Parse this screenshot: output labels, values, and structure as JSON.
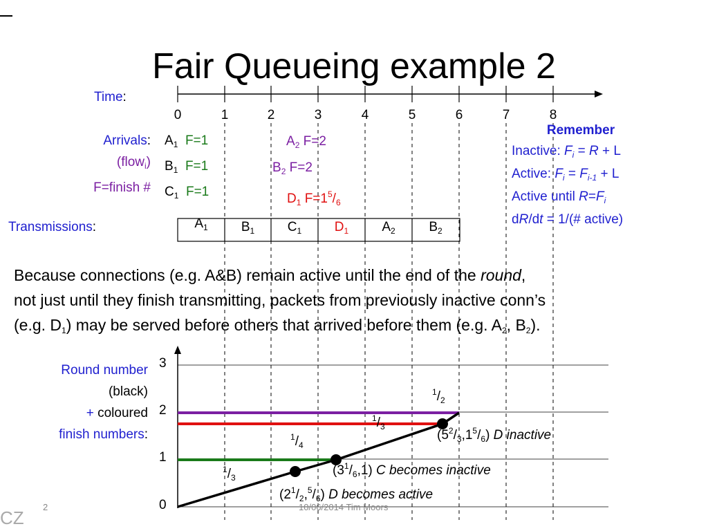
{
  "slide": {
    "title": "Fair Queueing example 2",
    "page_number": "2",
    "footer": "10/06/2014 Tim Moors",
    "corner_mark": "CZ"
  },
  "timeline": {
    "label": "Time",
    "colon": ":",
    "ticks": [
      "0",
      "1",
      "2",
      "3",
      "4",
      "5",
      "6",
      "7",
      "8"
    ]
  },
  "arrivals": {
    "label": "Arrivals",
    "colon": ":",
    "flow_label": "(flow",
    "flow_sub": "i",
    "flow_close": ")",
    "finish_label": "F=finish #",
    "items": [
      {
        "name": "A",
        "sub": "1",
        "finish": "F=1"
      },
      {
        "name": "B",
        "sub": "1",
        "finish": "F=1"
      },
      {
        "name": "C",
        "sub": "1",
        "finish": "F=1"
      }
    ],
    "a2": {
      "name": "A",
      "sub": "2",
      "finish": "F=2"
    },
    "b2": {
      "name": "B",
      "sub": "2",
      "finish": "F=2"
    },
    "d1": {
      "name": "D",
      "sub": "1",
      "finish_prefix": "F=1",
      "sup": "5",
      "slash": "/",
      "sub2": "6"
    }
  },
  "remember": {
    "heading": "Remember",
    "lines": [
      {
        "pre": "Inactive: ",
        "f": "F",
        "fsub": "i",
        "mid": " = ",
        "r": "R",
        "post": " + L"
      },
      {
        "pre": "Active: ",
        "f": "F",
        "fsub": "i",
        "mid": " = ",
        "r": "F",
        "rsub": "i-1",
        "post": " + L"
      },
      {
        "pre": "Active until ",
        "f": "R",
        "mid": "=",
        "r": "F",
        "rsub": "i"
      },
      {
        "pre": "d",
        "f": "R",
        "mid": "/d",
        "r": "t",
        "post": " = 1/(# active)"
      }
    ]
  },
  "transmissions": {
    "label": "Transmissions",
    "colon": ":",
    "cells": [
      {
        "name": "A",
        "sub": "1"
      },
      {
        "name": "B",
        "sub": "1"
      },
      {
        "name": "C",
        "sub": "1"
      },
      {
        "name": "D",
        "sub": "1"
      },
      {
        "name": "A",
        "sub": "2"
      },
      {
        "name": "B",
        "sub": "2"
      }
    ]
  },
  "paragraph": {
    "line1_a": "Because connections (e.g. A&B) remain active until the end of the ",
    "line1_b": "round",
    "line1_c": ",",
    "line2": "not just until they finish transmitting, packets from previously inactive conn’s",
    "line3_a": "(e.g. D",
    "line3_sub1": "1",
    "line3_b": ") may be served before others that arrived before them (e.g. A",
    "line3_sub2": "2",
    "line3_c": ", B",
    "line3_sub3": "2",
    "line3_d": ")."
  },
  "graph": {
    "side_label": {
      "l1": "Round number",
      "l2": "(black)",
      "l3_plus": "+",
      "l3": " coloured",
      "l4": "finish numbers",
      "l4_colon": ":"
    },
    "y_ticks": [
      "0",
      "1",
      "2",
      "3"
    ],
    "slopes": [
      {
        "num": "1",
        "den": "3"
      },
      {
        "num": "1",
        "den": "4"
      },
      {
        "num": "1",
        "den": "3"
      },
      {
        "num": "1",
        "den": "2"
      }
    ],
    "annotations": {
      "p1_a": "(2",
      "p1_sup": "1",
      "p1_b": "/",
      "p1_sub": "2",
      "p1_c": ",",
      "p1_sup2": "5",
      "p1_d": "/",
      "p1_sub2": "6",
      "p1_e": ")",
      "p1_text": " D becomes active",
      "p2_a": "(3",
      "p2_sup": "1",
      "p2_b": "/",
      "p2_sub": "6",
      "p2_c": ",1)",
      "p2_text": " C becomes inactive",
      "p3_a": "(5",
      "p3_sup": "2",
      "p3_b": "/",
      "p3_sub": "3",
      "p3_c": ",1",
      "p3_sup2": "5",
      "p3_d": "/",
      "p3_sub2": "6",
      "p3_e": ")",
      "p3_text": " D inactive"
    },
    "colors": {
      "green": "#1a7a1a",
      "red": "#e01010",
      "purple": "#7b1fa2",
      "black": "#000000"
    }
  }
}
